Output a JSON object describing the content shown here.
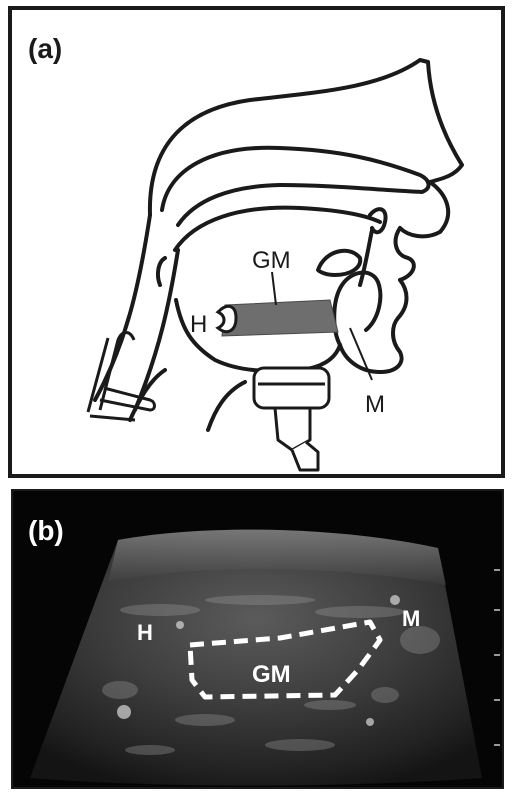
{
  "panel_a": {
    "label": "(a)",
    "labels": {
      "gm": "GM",
      "hyoid": "H",
      "mandible": "M"
    }
  },
  "panel_b": {
    "label": "(b)",
    "labels": {
      "hyoid": "H",
      "mandible": "M",
      "gm": "GM"
    }
  },
  "colors": {
    "outline": "#1a1a1a",
    "muscle_fill": "#6e6e6e",
    "ultrasound_bg": "#050505",
    "annotation_white": "#ffffff"
  }
}
